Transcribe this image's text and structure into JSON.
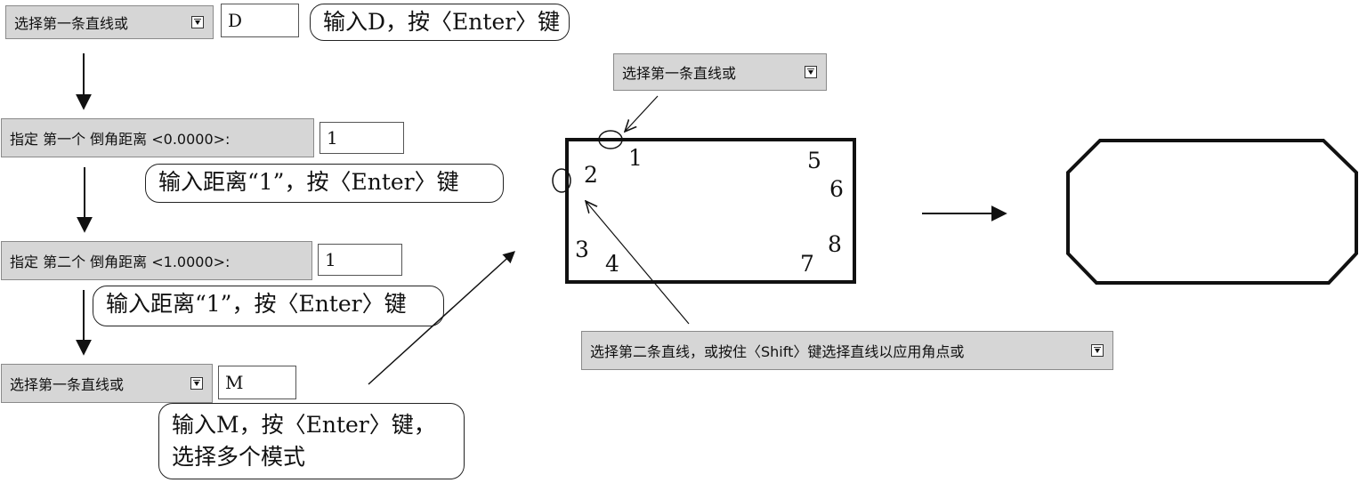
{
  "steps": {
    "step1": {
      "prompt": "选择第一条直线或",
      "input": "D",
      "callout": "输入D，按〈Enter〉键"
    },
    "step2": {
      "prompt": "指定 第一个 倒角距离 <0.0000>:",
      "input": "1",
      "callout": "输入距离“1”，按〈Enter〉键"
    },
    "step3": {
      "prompt": "指定 第二个 倒角距离 <1.0000>:",
      "input": "1",
      "callout": "输入距离“1”，按〈Enter〉键"
    },
    "step4": {
      "prompt": "选择第一条直线或",
      "input": "M",
      "callout_line1": "输入M，按〈Enter〉键，",
      "callout_line2": "选择多个模式"
    }
  },
  "figure": {
    "prompt_first": "选择第一条直线或",
    "prompt_second": "选择第二条直线，或按住〈Shift〉键选择直线以应用角点或",
    "points": [
      "1",
      "2",
      "3",
      "4",
      "5",
      "6",
      "7",
      "8"
    ]
  },
  "icons": {
    "dropdown": "dropdown-arrow-icon",
    "flow_arrow": "arrow-down-icon",
    "result_arrow": "arrow-right-icon"
  }
}
